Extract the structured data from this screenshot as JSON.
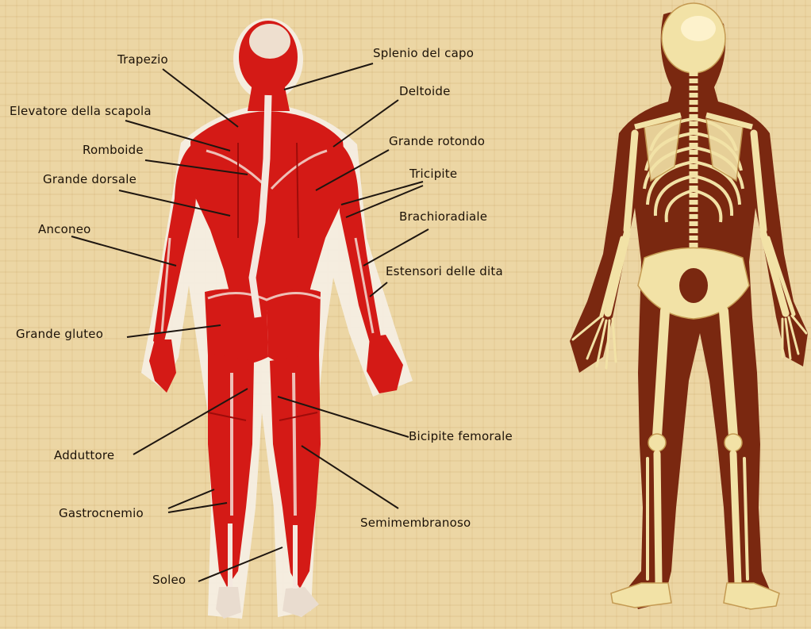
{
  "colors": {
    "parchment": "#ecd6a4",
    "parchment_dark": "#d4b478",
    "muscle": "#d41a16",
    "muscle_dark": "#9e0c0a",
    "tendon": "#f4e8df",
    "body_brown": "#7a2810",
    "bone": "#f2e2a6",
    "bone_shadow": "#c49a52",
    "leader_line": "#1e1610"
  },
  "figures": {
    "muscles": {
      "icon": "muscle-figure-back-view"
    },
    "skeleton": {
      "icon": "skeleton-figure-back-view"
    }
  },
  "labels": {
    "trapezio": "Trapezio",
    "elevatore_della_scapola": "Elevatore della scapola",
    "romboide": "Romboide",
    "grande_dorsale": "Grande dorsale",
    "anconeo": "Anconeo",
    "grande_gluteo": "Grande gluteo",
    "adduttore": "Adduttore",
    "gastrocnemio": "Gastrocnemio",
    "soleo": "Soleo",
    "splenio_del_capo": "Splenio del capo",
    "deltoide": "Deltoide",
    "grande_rotondo": "Grande rotondo",
    "tricipite": "Tricipite",
    "brachioradiale": "Brachioradiale",
    "estensori_delle_dita": "Estensori delle dita",
    "bicipite_femorale": "Bicipite femorale",
    "semimembranoso": "Semimembranoso"
  }
}
